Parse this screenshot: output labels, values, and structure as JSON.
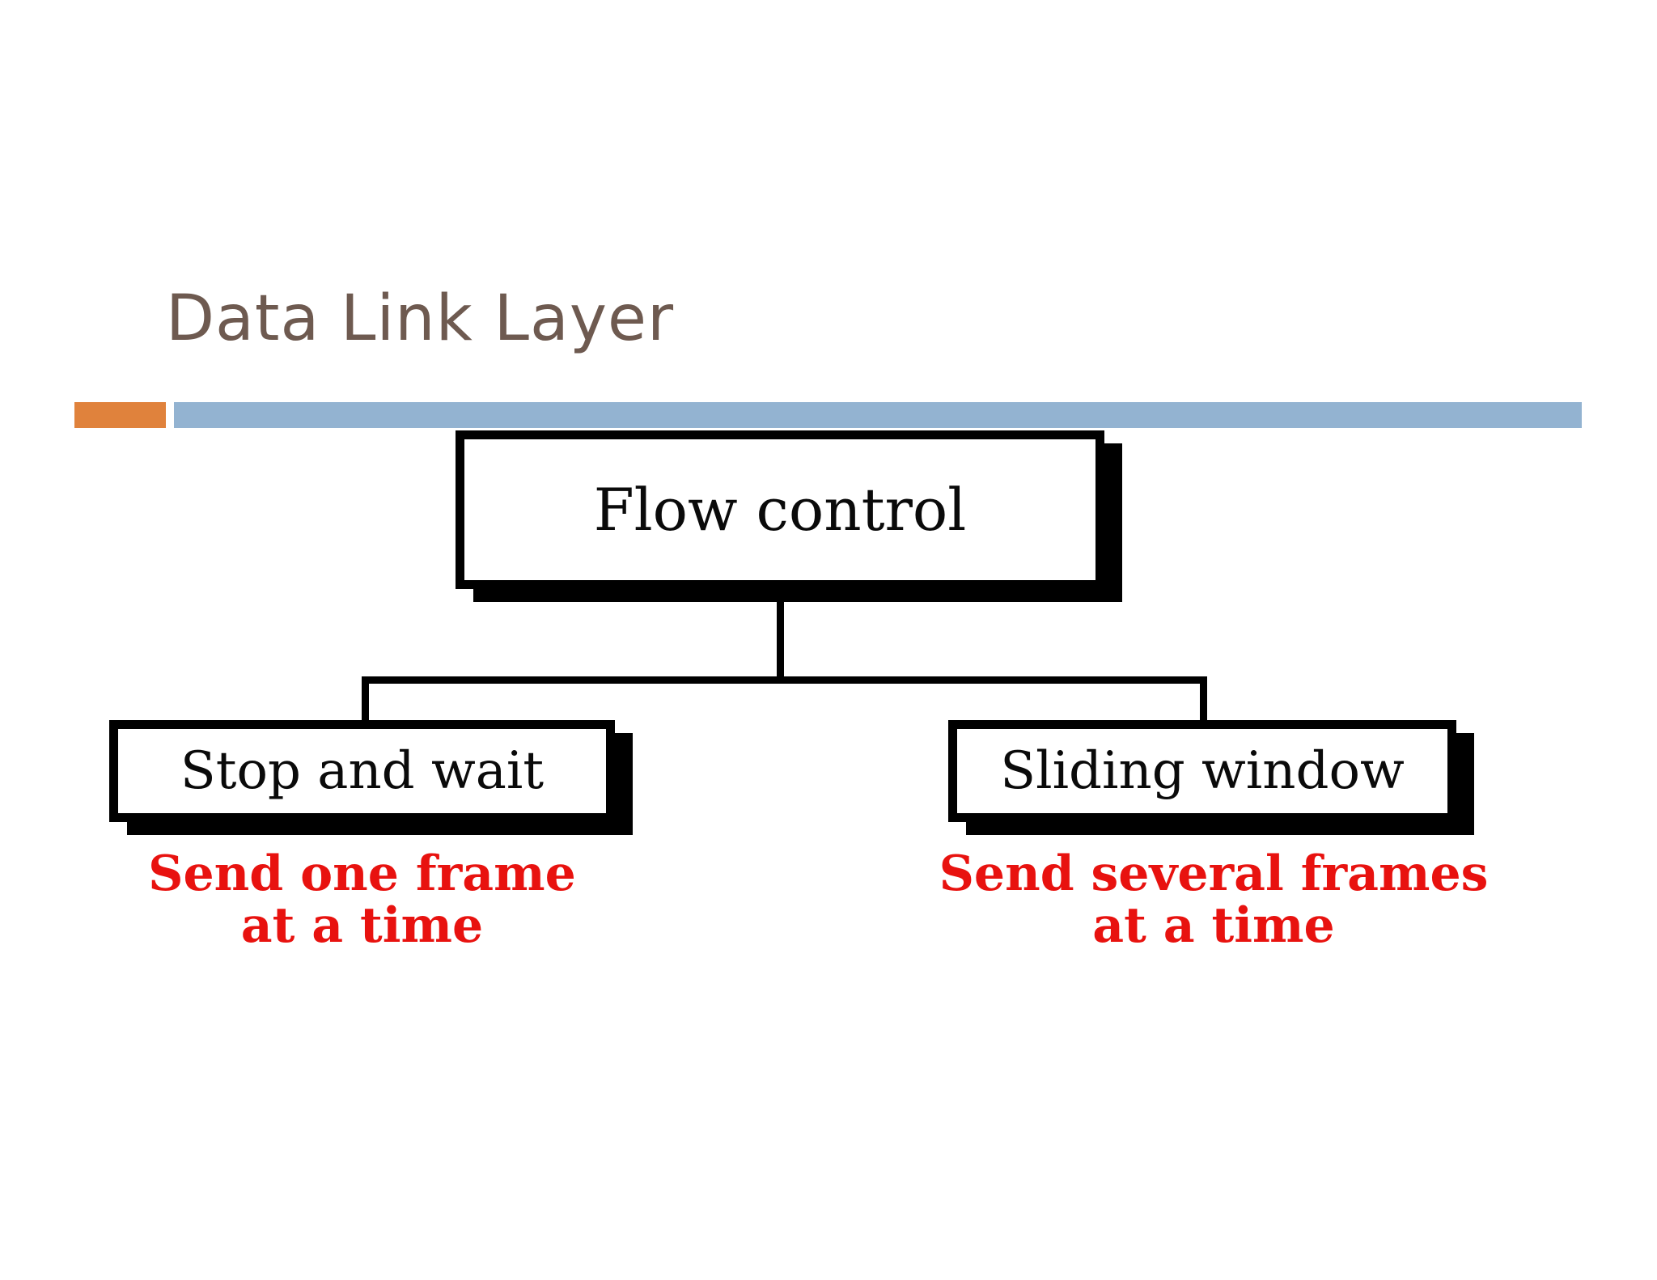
{
  "slide": {
    "title": "Data Link Layer",
    "title_color": "#6E5A50",
    "background_color": "#FFFFFF",
    "accent_color": "#E0823C",
    "bar_color": "#93B3D1"
  },
  "diagram": {
    "type": "tree",
    "root": {
      "id": "flow-control",
      "label": "Flow control"
    },
    "children": [
      {
        "id": "stop-and-wait",
        "label": "Stop and wait",
        "caption_line1": "Send one frame",
        "caption_line2": "at a time",
        "caption_color": "#E8120F"
      },
      {
        "id": "sliding-window",
        "label": "Sliding window",
        "caption_line1": "Send several frames",
        "caption_line2": "at a time",
        "caption_color": "#E8120F"
      }
    ]
  }
}
